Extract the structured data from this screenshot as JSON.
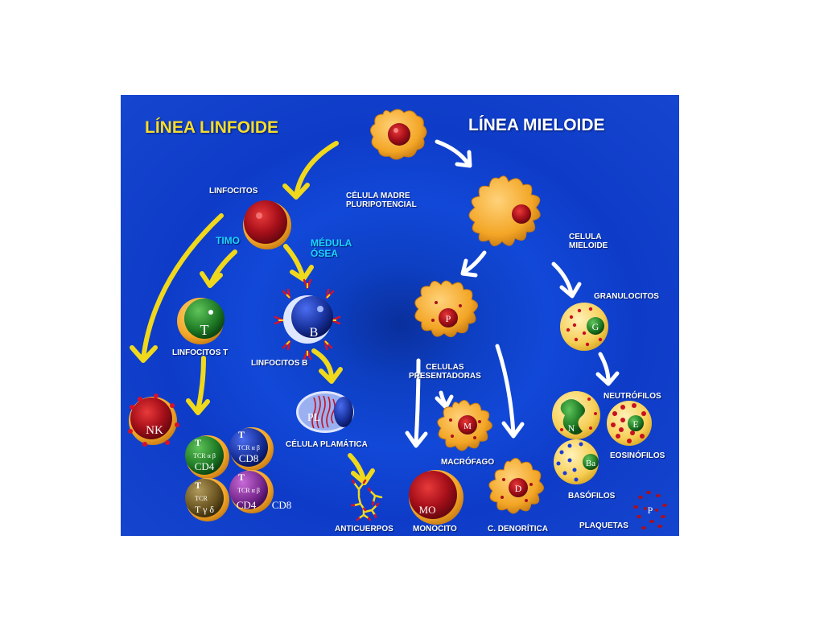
{
  "titles": {
    "lymphoid": "LÍNEA LINFOIDE",
    "myeloid": "LÍNEA MIELOIDE"
  },
  "labels": {
    "stem_cell": "CÉLULA MADRE\nPLURIPOTENCIAL",
    "lymphocytes": "LINFOCITOS",
    "thymus": "TIMO",
    "bone_marrow": "MÉDULA\nÓSEA",
    "t_lymphocytes": "LINFOCITOS T",
    "b_lymphocytes": "LINFOCITOS B",
    "plasma_cell": "CÉLULA PLAMÁTICA",
    "antibodies": "ANTICUERPOS",
    "myeloid_cell": "CELULA\nMIELOIDE",
    "granulocytes": "GRANULOCITOS",
    "presenting_cells": "CELULAS\nPRESENTADORAS",
    "neutrophils": "NEUTRÓFILOS",
    "eosinophils": "EOSINÓFILOS",
    "basophils": "BASÓFILOS",
    "platelets": "PLAQUETAS",
    "macrophage": "MACRÓFAGO",
    "monocyte": "MONOCITO",
    "dendritic": "C. DENORÍTICA"
  },
  "cell_letters": {
    "t": "T",
    "b": "B",
    "nk": "NK",
    "pl": "PL",
    "p": "P",
    "m": "M",
    "mo": "MO",
    "d": "D",
    "g": "G",
    "n": "N",
    "e": "E",
    "ba": "Ba",
    "platelet": "P"
  },
  "t_subsets": {
    "a": {
      "top": "T",
      "tcr": "TCR α β",
      "marker": "CD4"
    },
    "b": {
      "top": "T",
      "tcr": "TCR α β",
      "marker": "CD8"
    },
    "c": {
      "top": "T",
      "tcr": "TCR",
      "marker": "T γ δ"
    },
    "d": {
      "top": "T",
      "tcr": "TCR α β",
      "marker": "CD4",
      "extra": "CD8"
    }
  },
  "colors": {
    "lymphoid_title": "#f5dc2a",
    "myeloid_title": "#ffffff",
    "thymus_label": "#1ad6ff",
    "yellow_arrow": "#f0d81c",
    "white_arrow": "#ffffff",
    "cell_red": "#a8101a",
    "cell_orange": "#f3a626",
    "t_green": "#1e7a25",
    "b_blue": "#17309a"
  }
}
